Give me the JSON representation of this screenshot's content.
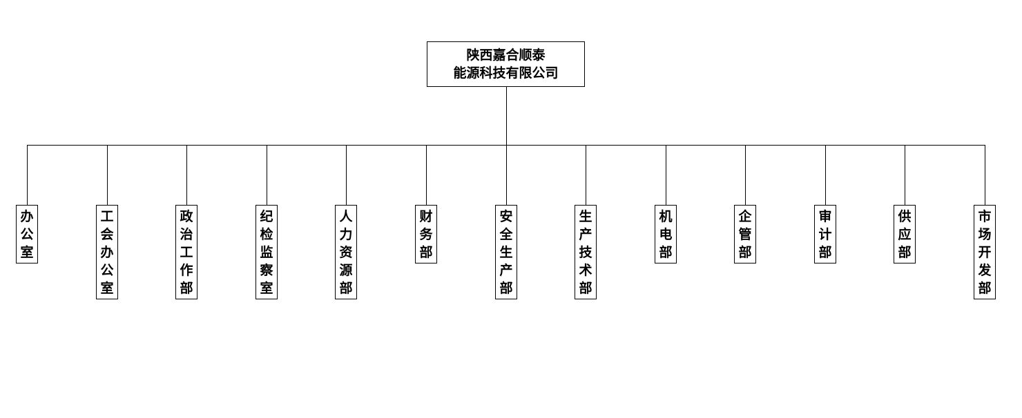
{
  "root": {
    "line1": "陕西嘉合顺泰",
    "line2": "能源科技有限公司"
  },
  "departments": [
    "办公室",
    "工会办公室",
    "政治工作部",
    "纪检监察室",
    "人力资源部",
    "财务部",
    "安全生产部",
    "生产技术部",
    "机电部",
    "企管部",
    "审计部",
    "供应部",
    "市场开发部"
  ],
  "colors": {
    "line": "#000000",
    "box_border": "#000000",
    "background": "#ffffff"
  }
}
